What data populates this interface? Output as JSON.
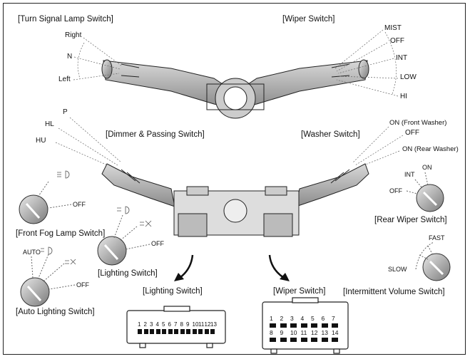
{
  "titles": {
    "turn_signal": "[Turn Signal Lamp Switch]",
    "wiper_top": "[Wiper Switch]",
    "dimmer": "[Dimmer & Passing Switch]",
    "washer": "[Washer Switch]",
    "front_fog": "[Front Fog Lamp Switch]",
    "rear_wiper": "[Rear Wiper Switch]",
    "lighting": "[Lighting Switch]",
    "auto_lighting": "[Auto Lighting Switch]",
    "lighting_conn": "[Lighting Switch]",
    "wiper_conn": "[Wiper Switch]",
    "intermittent": "[Intermittent Volume Switch]"
  },
  "turn_signal_positions": [
    "Right",
    "N",
    "Left"
  ],
  "wiper_positions": [
    "MIST",
    "OFF",
    "INT",
    "LOW",
    "HI"
  ],
  "dimmer_positions": [
    "P",
    "HL",
    "HU"
  ],
  "washer_positions": [
    "ON (Front Washer)",
    "OFF",
    "ON (Rear Washer)"
  ],
  "rear_wiper_positions": [
    "ON",
    "INT",
    "OFF"
  ],
  "front_fog_positions": [
    "OFF"
  ],
  "lighting_positions": [
    "OFF"
  ],
  "auto_lighting_positions": [
    "AUTO",
    "OFF"
  ],
  "intermittent_positions": [
    "FAST",
    "SLOW"
  ],
  "lighting_connector_pins": [
    "1",
    "2",
    "3",
    "4",
    "5",
    "6",
    "7",
    "8",
    "9",
    "10",
    "11",
    "12",
    "13"
  ],
  "wiper_connector_row1": [
    "1",
    "2",
    "3",
    "4",
    "5",
    "6",
    "7"
  ],
  "wiper_connector_row2": [
    "8",
    "9",
    "10",
    "11",
    "12",
    "13",
    "14"
  ]
}
